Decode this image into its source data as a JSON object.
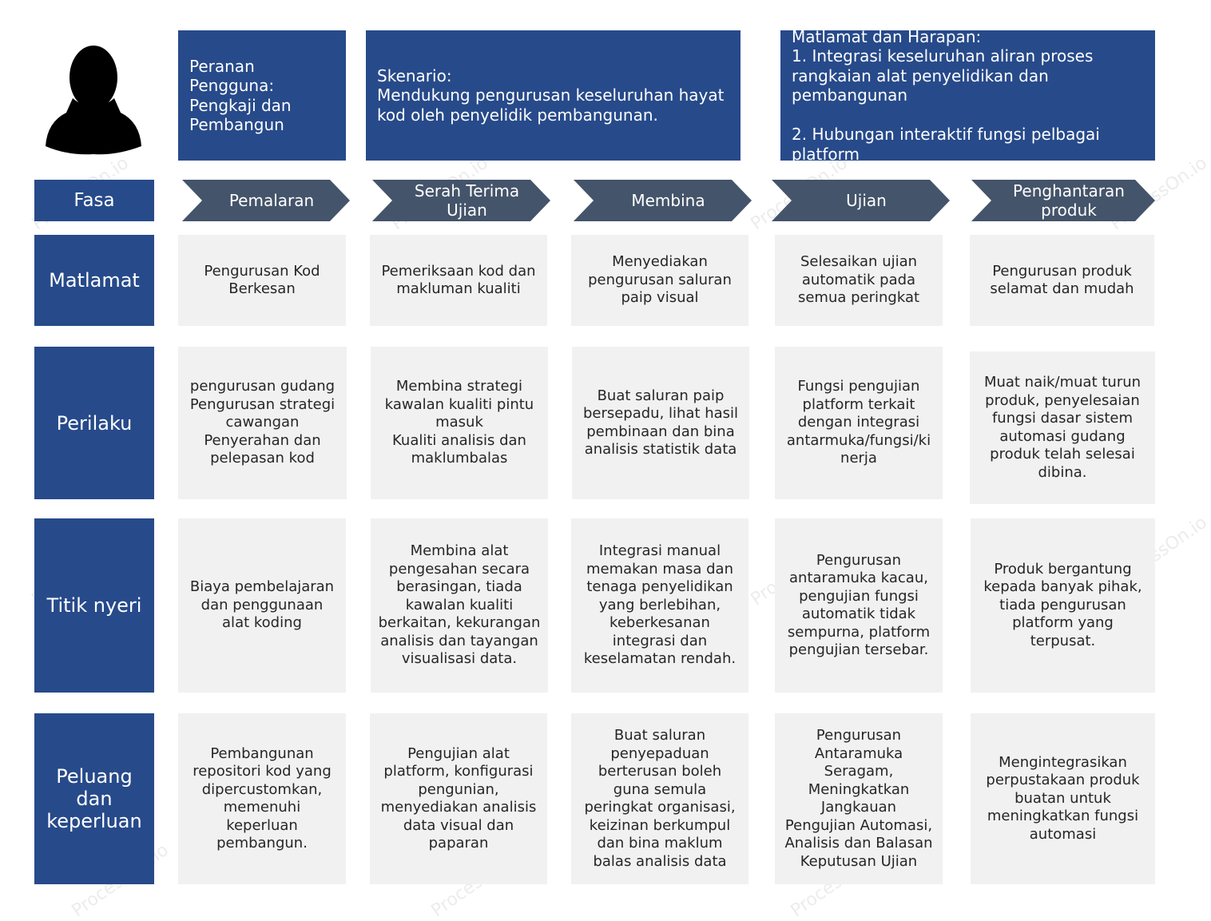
{
  "persona": {
    "icon": "user-silhouette-icon",
    "role": "Peranan Pengguna:\nPengkaji dan\nPembangun",
    "scenario": "Skenario:\nMendukung pengurusan keseluruhan hayat\nkod oleh penyelidik pembangunan.",
    "goals": "Matlamat dan Harapan:\n1. Integrasi keseluruhan aliran proses\nrangkaian alat penyelidikan dan pembangunan\n\n2. Hubungan interaktif fungsi pelbagai\nplatform"
  },
  "row_labels": {
    "phase": "Fasa",
    "goal": "Matlamat",
    "behavior": "Perilaku",
    "pain": "Titik nyeri",
    "opportunity": "Peluang\ndan\nkeperluan"
  },
  "phases": [
    "Pemalaran",
    "Serah Terima\nUjian",
    "Membina",
    "Ujian",
    "Penghantaran\nproduk"
  ],
  "goals": [
    "Pengurusan Kod\nBerkesan",
    "Pemeriksaan kod dan\nmakluman kualiti",
    "Menyediakan\npengurusan saluran\npaip visual",
    "Selesaikan ujian\nautomatik pada\nsemua peringkat",
    "Pengurusan produk\nselamat dan mudah"
  ],
  "behaviors": [
    "pengurusan gudang\nPengurusan strategi\ncawangan\nPenyerahan dan\npelepasan kod",
    "Membina strategi\nkawalan kualiti pintu\nmasuk\nKualiti analisis dan\nmaklumbalas",
    "Buat saluran paip\nbersepadu, lihat hasil\npembinaan dan bina\nanalisis statistik data",
    "Fungsi pengujian\nplatform terkait\ndengan integrasi\nantarmuka/fungsi/ki\nnerja",
    "Muat naik/muat turun\nproduk, penyelesaian\nfungsi dasar sistem\nautomasi gudang\nproduk telah selesai\ndibina."
  ],
  "pains": [
    "Biaya pembelajaran\ndan penggunaan\nalat koding",
    "Membina alat\npengesahan secara\nberasingan, tiada\nkawalan kualiti\nberkaitan, kekurangan\nanalisis dan tayangan\nvisualisasi data.",
    "Integrasi manual\nmemakan masa dan\ntenaga penyelidikan\nyang berlebihan,\nkeberkesanan\nintegrasi dan\nkeselamatan rendah.",
    "Pengurusan\nantaramuka kacau,\npengujian fungsi\nautomatik tidak\nsempurna, platform\npengujian tersebar.",
    "Produk bergantung\nkepada banyak pihak,\ntiada pengurusan\nplatform yang\nterpusat."
  ],
  "opportunities": [
    "Pembangunan\nrepositori kod yang\ndipercustomkan,\nmemenuhi\nkeperluan\npembangun.",
    "Pengujian alat\nplatform, konfigurasi\npengunian,\nmenyediakan analisis\ndata visual dan\npaparan",
    "Buat saluran\npenyepaduan\nberterusan boleh\nguna semula\nperingkat organisasi,\nkeizinan berkumpul\ndan bina maklum\nbalas analisis data",
    "Pengurusan\nAntaramuka\nSeragam,\nMeningkatkan\nJangkauan\nPengujian Automasi,\nAnalisis dan Balasan\nKeputusan Ujian",
    "Mengintegrasikan\nperpustakaan produk\nbuatan untuk\nmeningkatkan fungsi\nautomasi"
  ],
  "colors": {
    "label_blue": "#274a8a",
    "chevron_slate": "#44546a",
    "cell_gray": "#f1f1f1",
    "text_dark": "#262626"
  }
}
